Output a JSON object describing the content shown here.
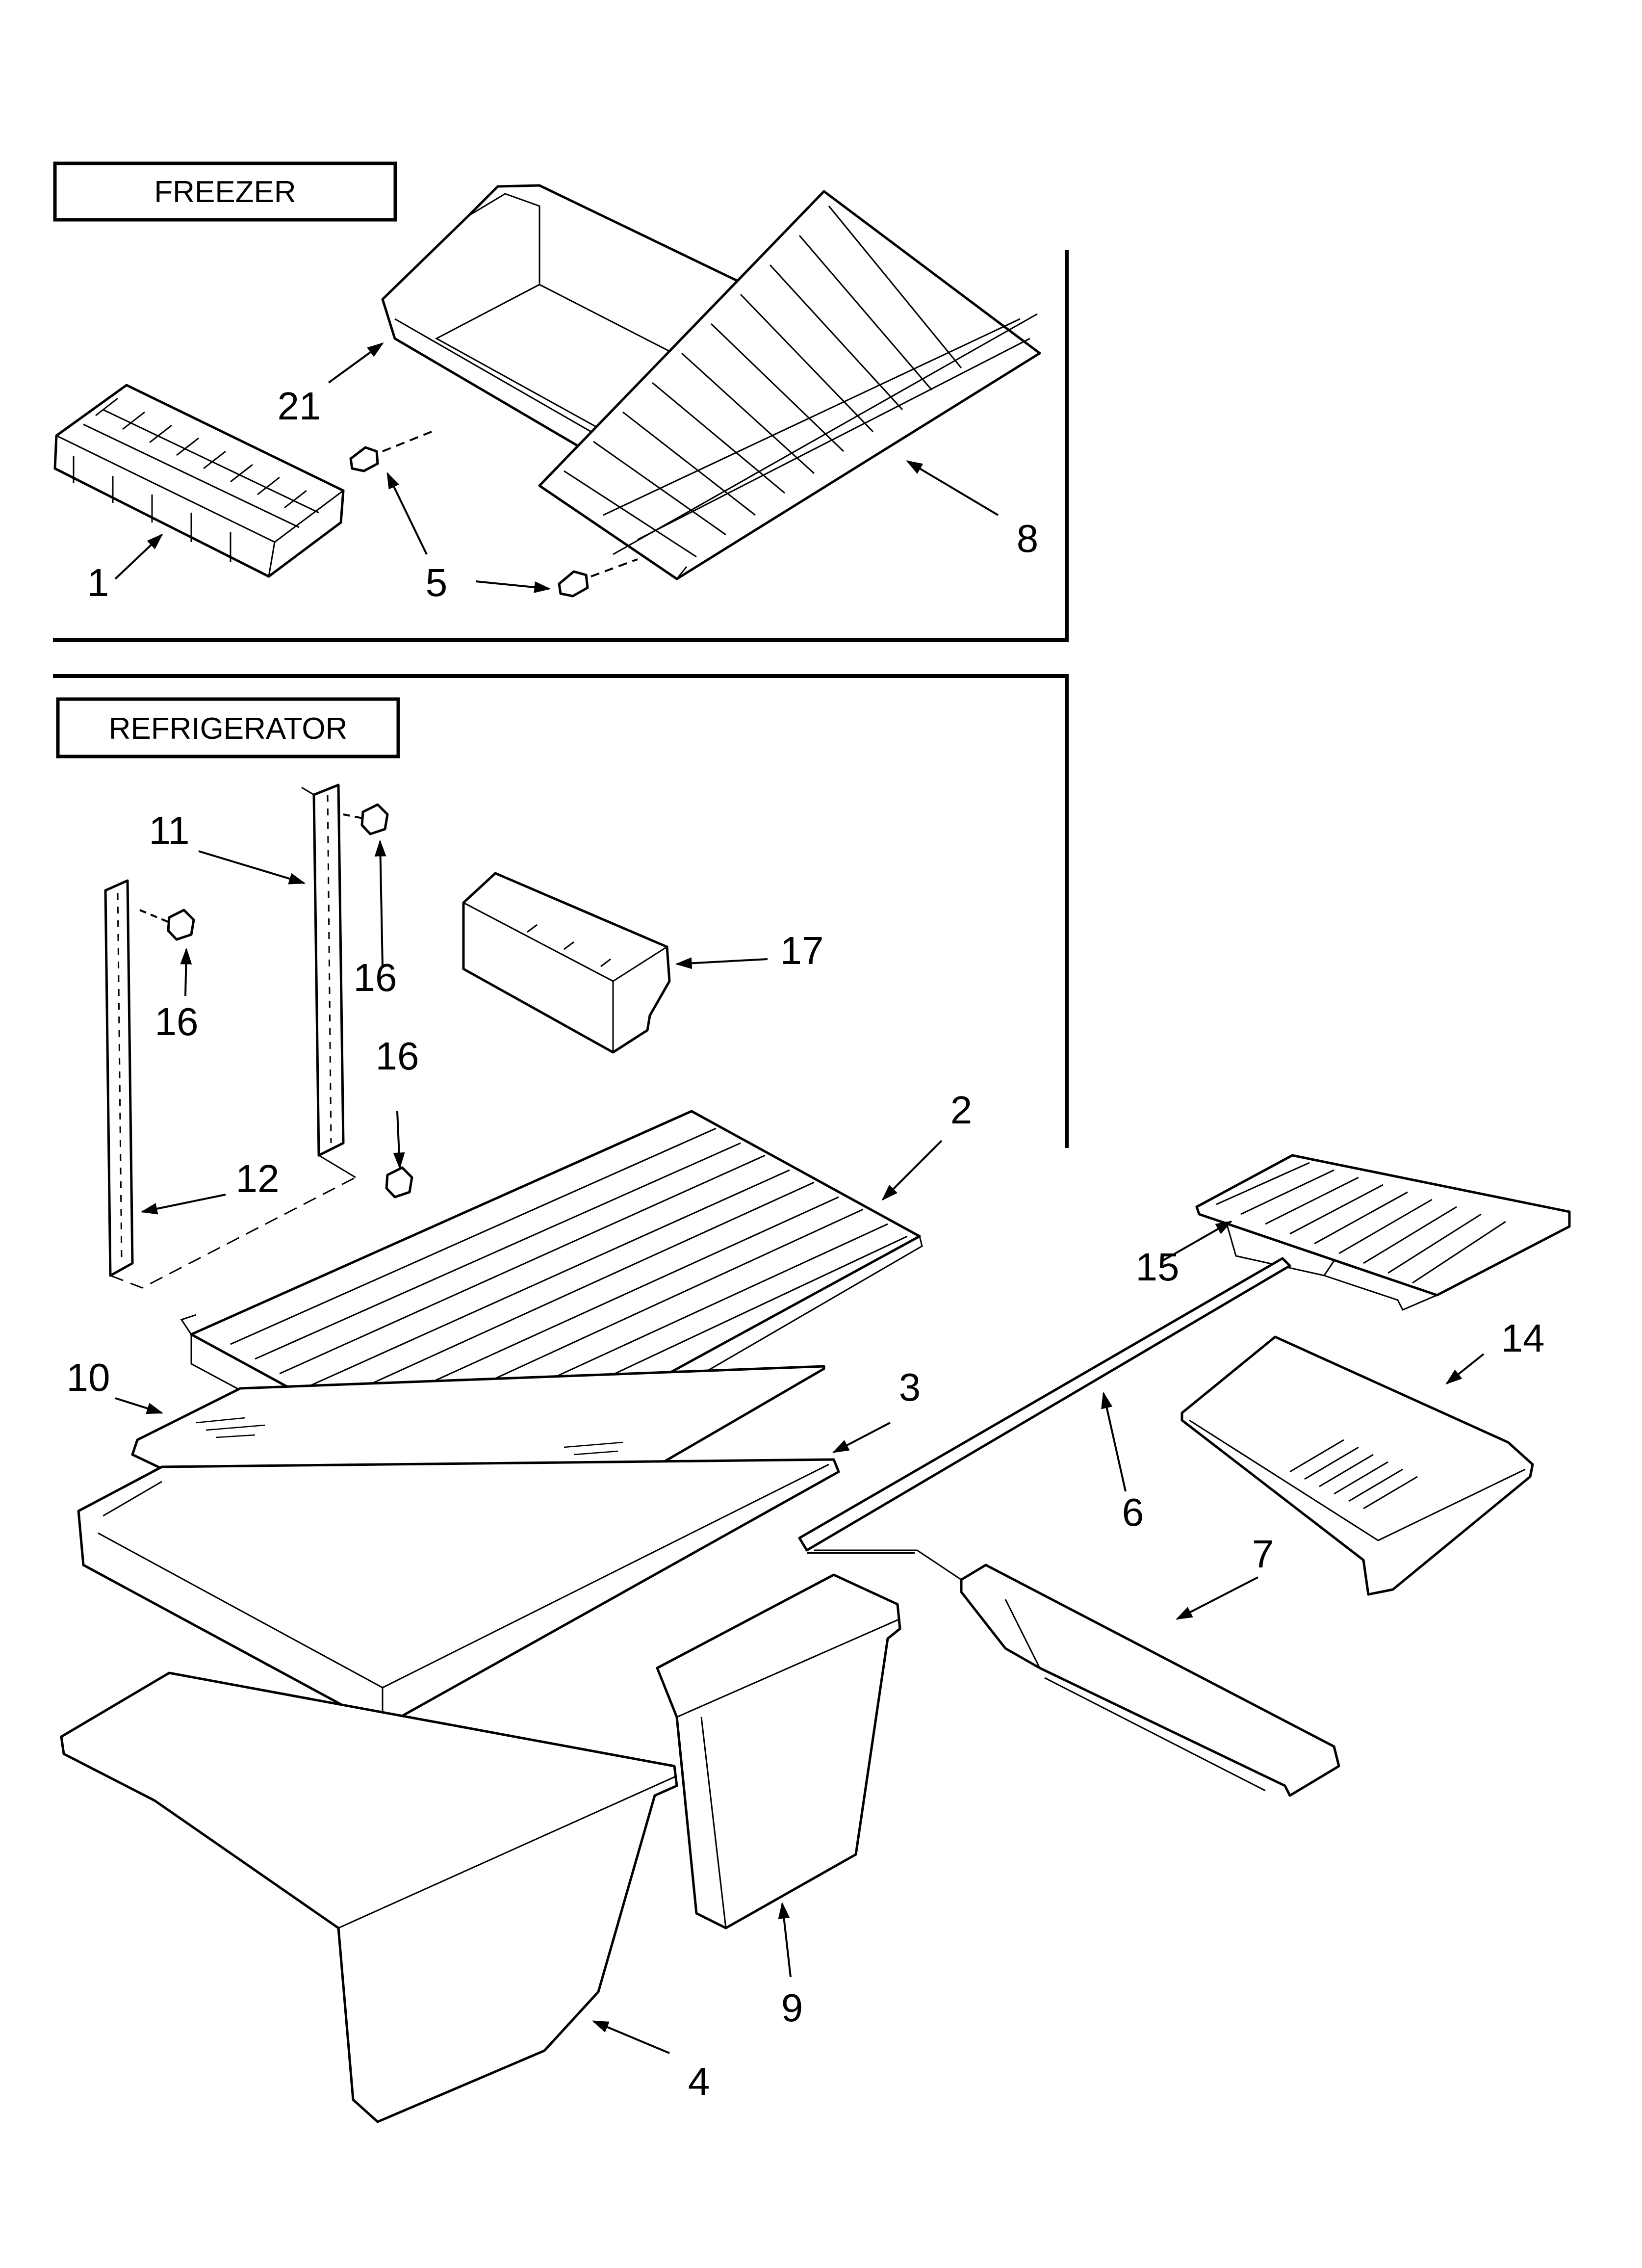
{
  "sections": {
    "freezer": "FREEZER",
    "refrigerator": "REFRIGERATOR"
  },
  "callouts": {
    "p1": "1",
    "p2": "2",
    "p3": "3",
    "p4": "4",
    "p5": "5",
    "p6": "6",
    "p7": "7",
    "p8": "8",
    "p9": "9",
    "p10": "10",
    "p11": "11",
    "p12": "12",
    "p14": "14",
    "p15": "15",
    "p16a": "16",
    "p16b": "16",
    "p16c": "16",
    "p17": "17",
    "p21": "21"
  },
  "colors": {
    "ink": "#000000",
    "paper": "#ffffff"
  }
}
